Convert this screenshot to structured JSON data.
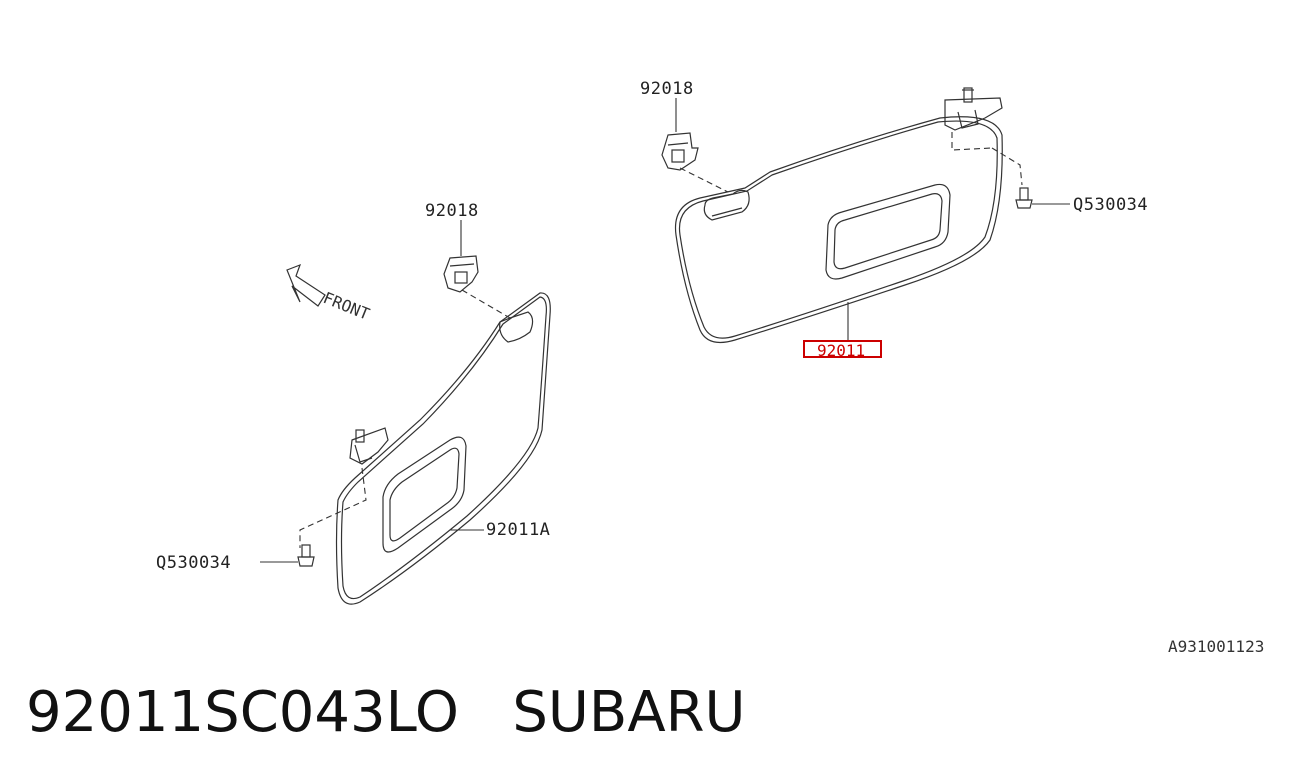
{
  "diagram": {
    "callouts": {
      "clip_upper_right": "92018",
      "clip_left": "92018",
      "screw_right": "Q530034",
      "screw_left": "Q530034",
      "visor_right": "92011",
      "visor_left": "92011A"
    },
    "direction_label": "FRONT",
    "reference_code": "A931001123",
    "highlight_color": "#cc0000"
  },
  "caption": {
    "text": "92011SC043LO   SUBARU"
  }
}
